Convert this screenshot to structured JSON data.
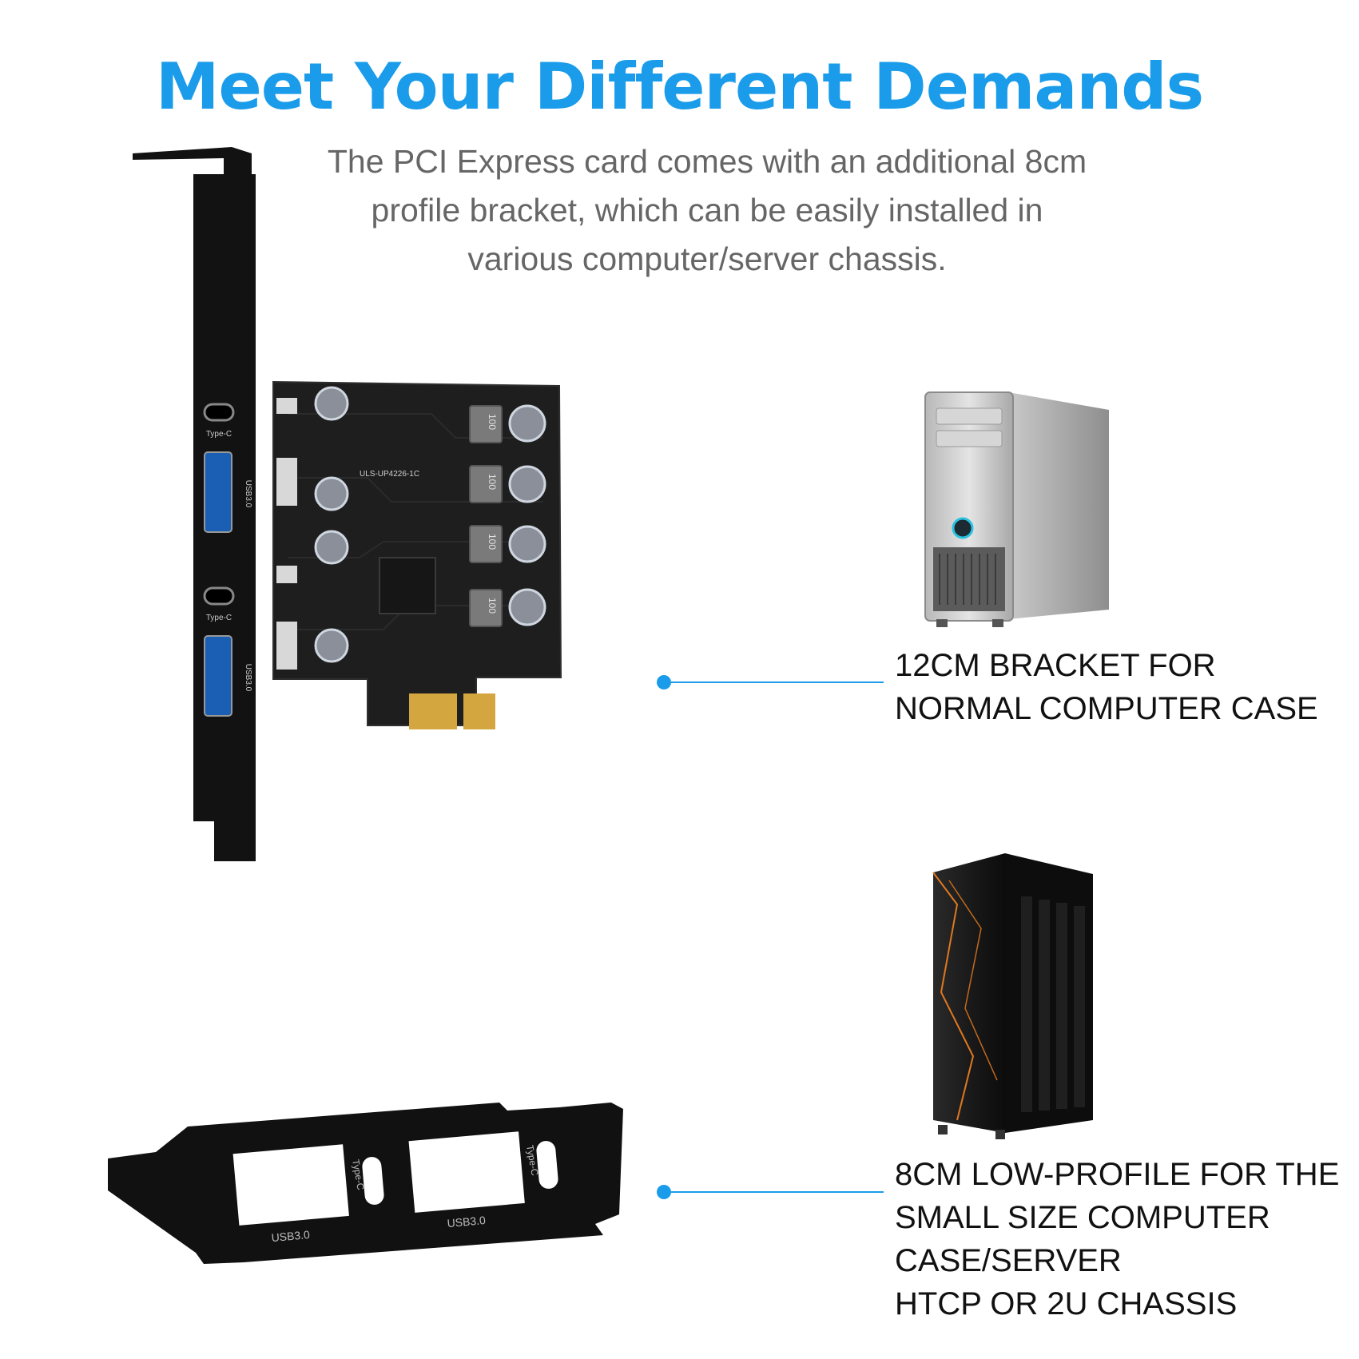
{
  "headline": "Meet Your Different Demands",
  "subtitle_lines": [
    "The PCI Express card comes with an additional 8cm",
    "profile bracket, which can be easily installed in",
    "various computer/server chassis."
  ],
  "option_12cm": {
    "lines": [
      "12CM BRACKET FOR",
      "NORMAL COMPUTER CASE"
    ]
  },
  "option_8cm": {
    "lines": [
      "8CM LOW-PROFILE FOR THE",
      "SMALL SIZE COMPUTER",
      "CASE/SERVER",
      "HTCP OR 2U CHASSIS"
    ]
  },
  "card_labels": {
    "type_c": "Type-C",
    "usb3": "USB3.0",
    "board_model": "ULS-UP4226-1C",
    "inductor": "100"
  },
  "colors": {
    "accent": "#1a9cea",
    "subtitle": "#666666",
    "caption": "#111111",
    "pcb": "#1c1c1c",
    "bracket": "#111111"
  },
  "icons": [
    "pcie-usb-card-image",
    "normal-pc-tower-image",
    "low-profile-bracket-image",
    "gaming-tower-image"
  ]
}
